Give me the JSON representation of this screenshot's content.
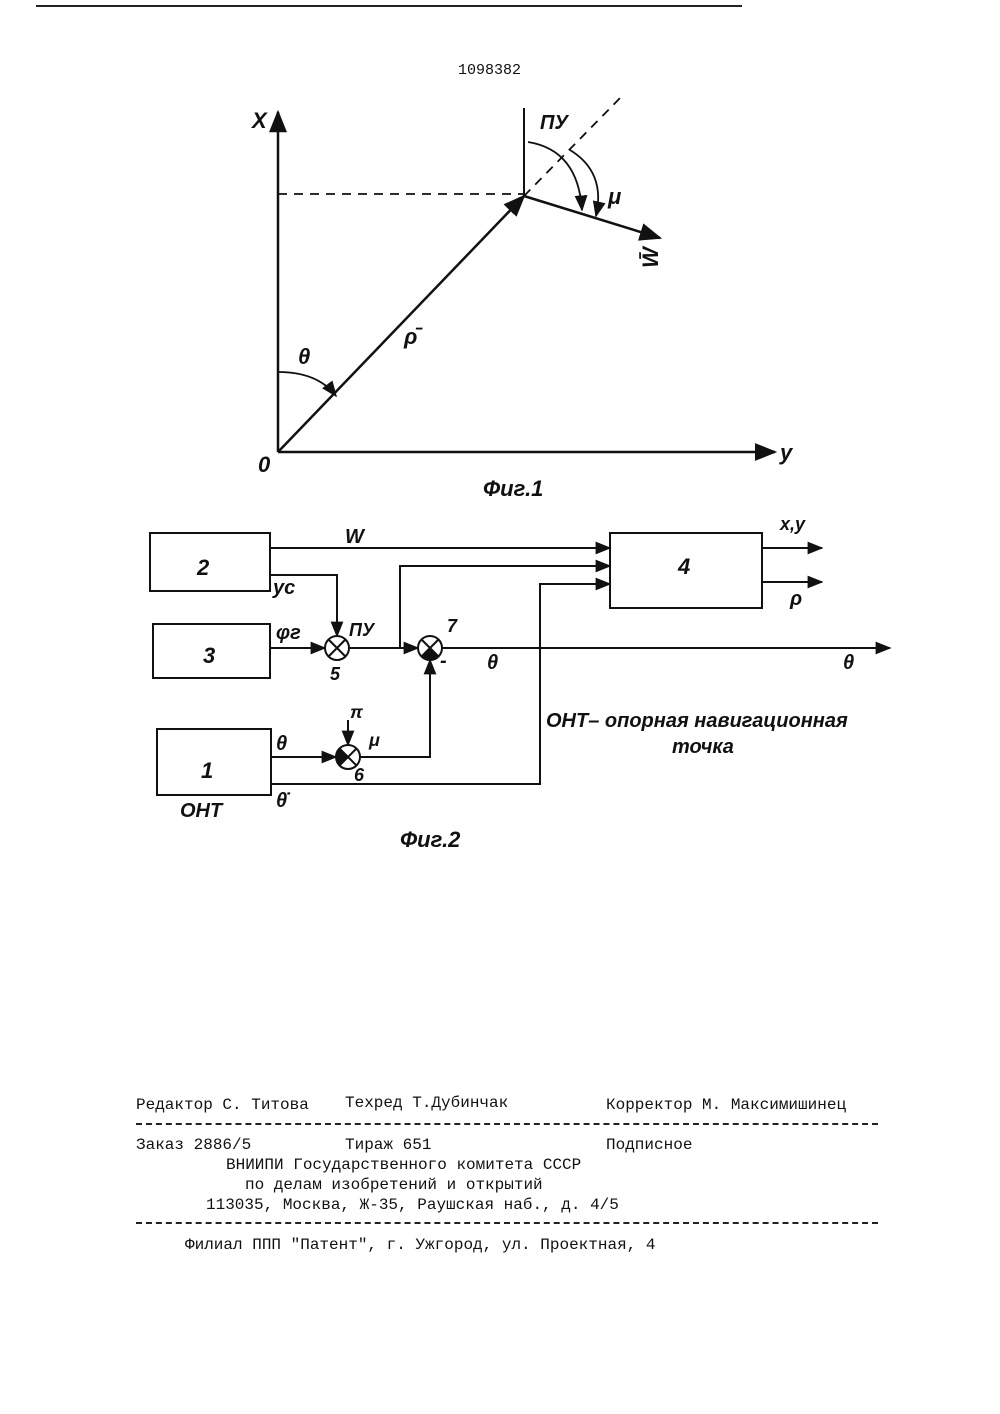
{
  "patent_number": "1098382",
  "fig1": {
    "caption": "Фиг.1",
    "axis_x": "X",
    "axis_y": "y",
    "origin": "0",
    "angle_theta": "θ",
    "vector_rho": "ρ̄",
    "angle_pu": "ПУ",
    "angle_mu": "μ",
    "vector_w": "W̄"
  },
  "fig2": {
    "caption": "Фиг.2",
    "block_1": "1",
    "block_1_label": "ОНТ",
    "block_2": "2",
    "block_3": "3",
    "block_4": "4",
    "sig_w": "W",
    "sig_yc": "yc",
    "sig_psi": "φг",
    "sig_pu": "ПУ",
    "sig_theta_b1": "θ",
    "sig_theta_dot": "θ̇",
    "sig_pi": "π",
    "sig_mu": "μ",
    "sig_theta_out": "θ",
    "sig_theta_end": "θ",
    "sig_minus": "-",
    "out_xy": "x,y",
    "out_rho": "ρ",
    "node_5": "5",
    "node_6": "6",
    "node_7": "7",
    "legend_line1": "ОНТ– опорная навигационная",
    "legend_line2": "точка"
  },
  "footer": {
    "editor": "Редактор С. Титова",
    "techred": "Техред Т.Дубинчак",
    "corrector": "Корректор М. Максимишинец",
    "order": "Заказ 2886/5",
    "circulation": "Тираж 651",
    "subscription": "Подписное",
    "org_line1": "ВНИИПИ Государственного комитета СССР",
    "org_line2": "по делам изобретений и открытий",
    "org_line3": "113035, Москва, Ж-35, Раушская наб., д. 4/5",
    "branch": "Филиал ППП \"Патент\", г. Ужгород, ул. Проектная, 4"
  }
}
